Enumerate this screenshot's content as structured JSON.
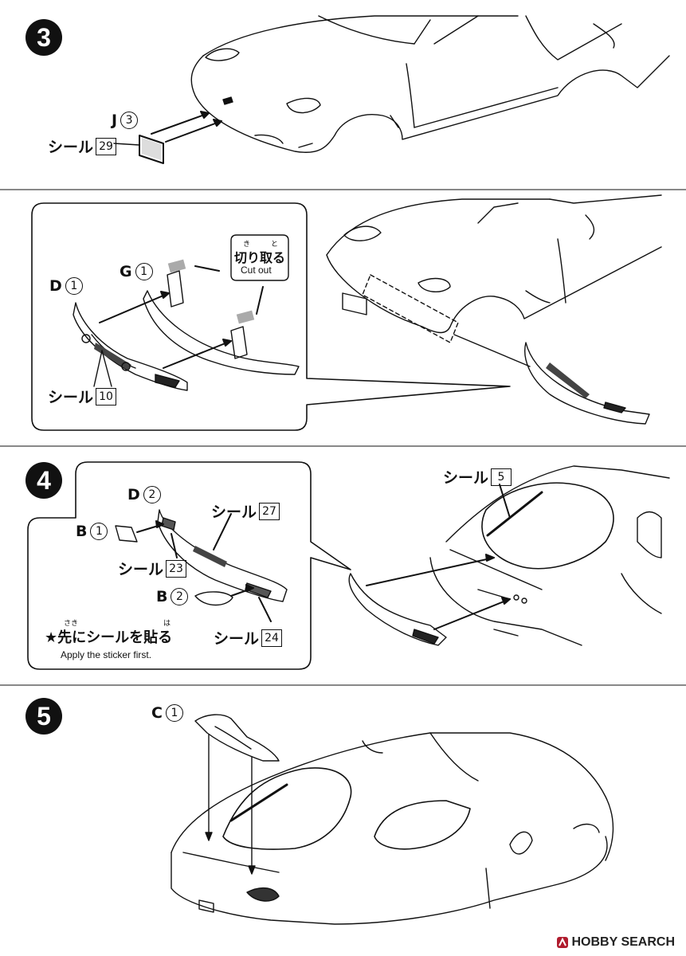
{
  "steps": {
    "s3": "3",
    "s4": "4",
    "s5": "5"
  },
  "step3": {
    "part_j": "J",
    "part_j_num": "3",
    "seal_text": "シール",
    "seal_29": "29"
  },
  "step3_detail": {
    "part_d": "D",
    "part_d_num": "1",
    "part_g": "G",
    "part_g_num": "1",
    "cut_ruby_1": "き",
    "cut_ruby_2": "と",
    "cut_jp": "切り取る",
    "cut_en": "Cut out",
    "seal_text": "シール",
    "seal_10": "10"
  },
  "step4": {
    "part_d": "D",
    "part_d_num": "2",
    "part_b1": "B",
    "part_b1_num": "1",
    "part_b2": "B",
    "part_b2_num": "2",
    "seal_text": "シール",
    "seal_27": "27",
    "seal_23": "23",
    "seal_24": "24",
    "seal_5": "5",
    "note_ruby_1": "さき",
    "note_ruby_2": "は",
    "note_jp": "★先にシールを貼る",
    "note_en": "Apply the sticker first."
  },
  "step5": {
    "part_c": "C",
    "part_c_num": "1"
  },
  "watermark": {
    "brand": "HOBBY SEARCH"
  }
}
